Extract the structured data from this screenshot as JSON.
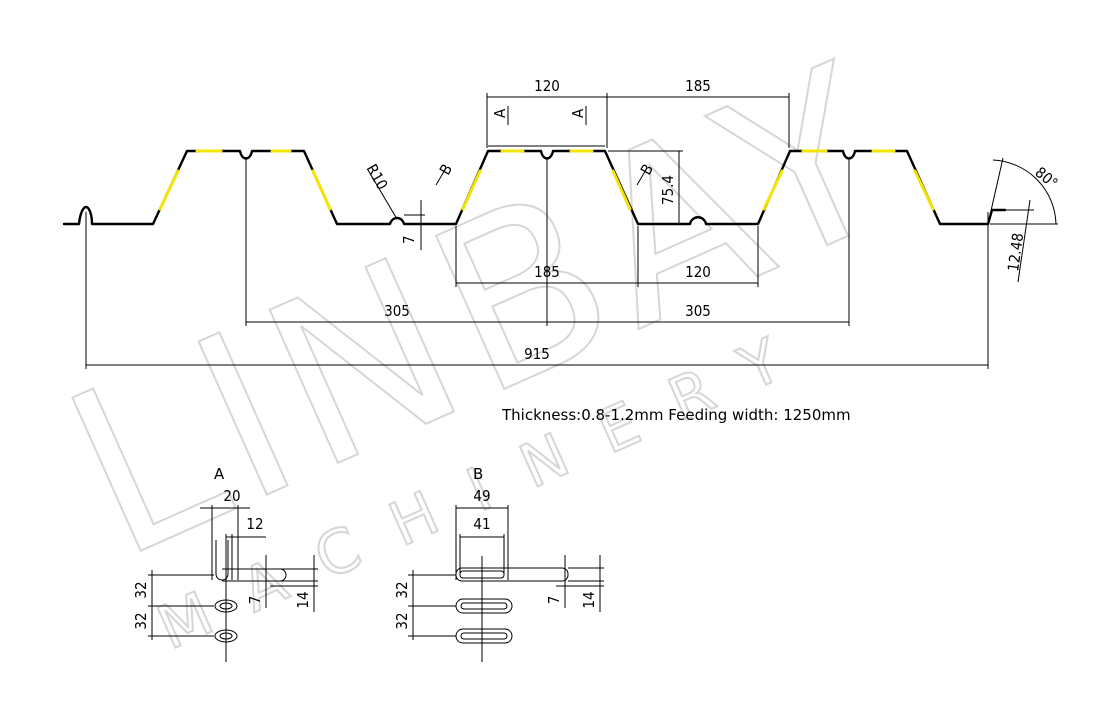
{
  "watermark": {
    "main": "LINBAY",
    "sub": "MACHINERY"
  },
  "dimensions": {
    "top_120": "120",
    "top_185": "185",
    "radius": "R10",
    "height": "75.4",
    "rib_height": "7",
    "mid_185": "185",
    "mid_120": "120",
    "pitch_left": "305",
    "pitch_right": "305",
    "total": "915",
    "angle": "80°",
    "edge": "12.48"
  },
  "section_marks": {
    "a": "A",
    "b": "B"
  },
  "note": "Thickness:0.8-1.2mm Feeding width: 1250mm",
  "detail_a": {
    "title": "A",
    "w1": "20",
    "w2": "12",
    "v1": "32",
    "v2": "32",
    "h1": "7",
    "h2": "14"
  },
  "detail_b": {
    "title": "B",
    "w1": "49",
    "w2": "41",
    "v1": "32",
    "v2": "32",
    "h1": "7",
    "h2": "14"
  }
}
